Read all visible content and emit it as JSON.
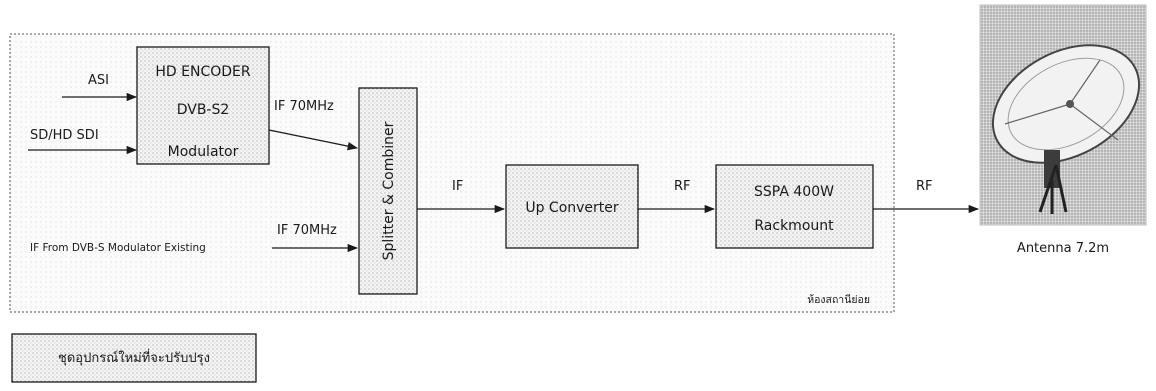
{
  "diagram": {
    "inputs": {
      "asi": "ASI",
      "sd_hd_sdi": "SD/HD SDI",
      "if_existing": "IF From DVB-S Modulator Existing"
    },
    "encoder": {
      "line1": "HD ENCODER",
      "line2": "DVB-S2",
      "line3": "Modulator"
    },
    "links": {
      "if70_top": "IF 70MHz",
      "if70_bottom": "IF 70MHz",
      "if": "IF",
      "rf1": "RF",
      "rf2": "RF"
    },
    "splitter": "Splitter & Combiner",
    "upconverter": "Up Converter",
    "sspa": {
      "line1": "SSPA 400W",
      "line2": "Rackmount"
    },
    "room_label": "ห้องสถานีย่อย",
    "antenna_caption": "Antenna 7.2m",
    "legend_text": "ชุดอุปกรณ์ใหม่ที่จะปรับปรุง"
  }
}
